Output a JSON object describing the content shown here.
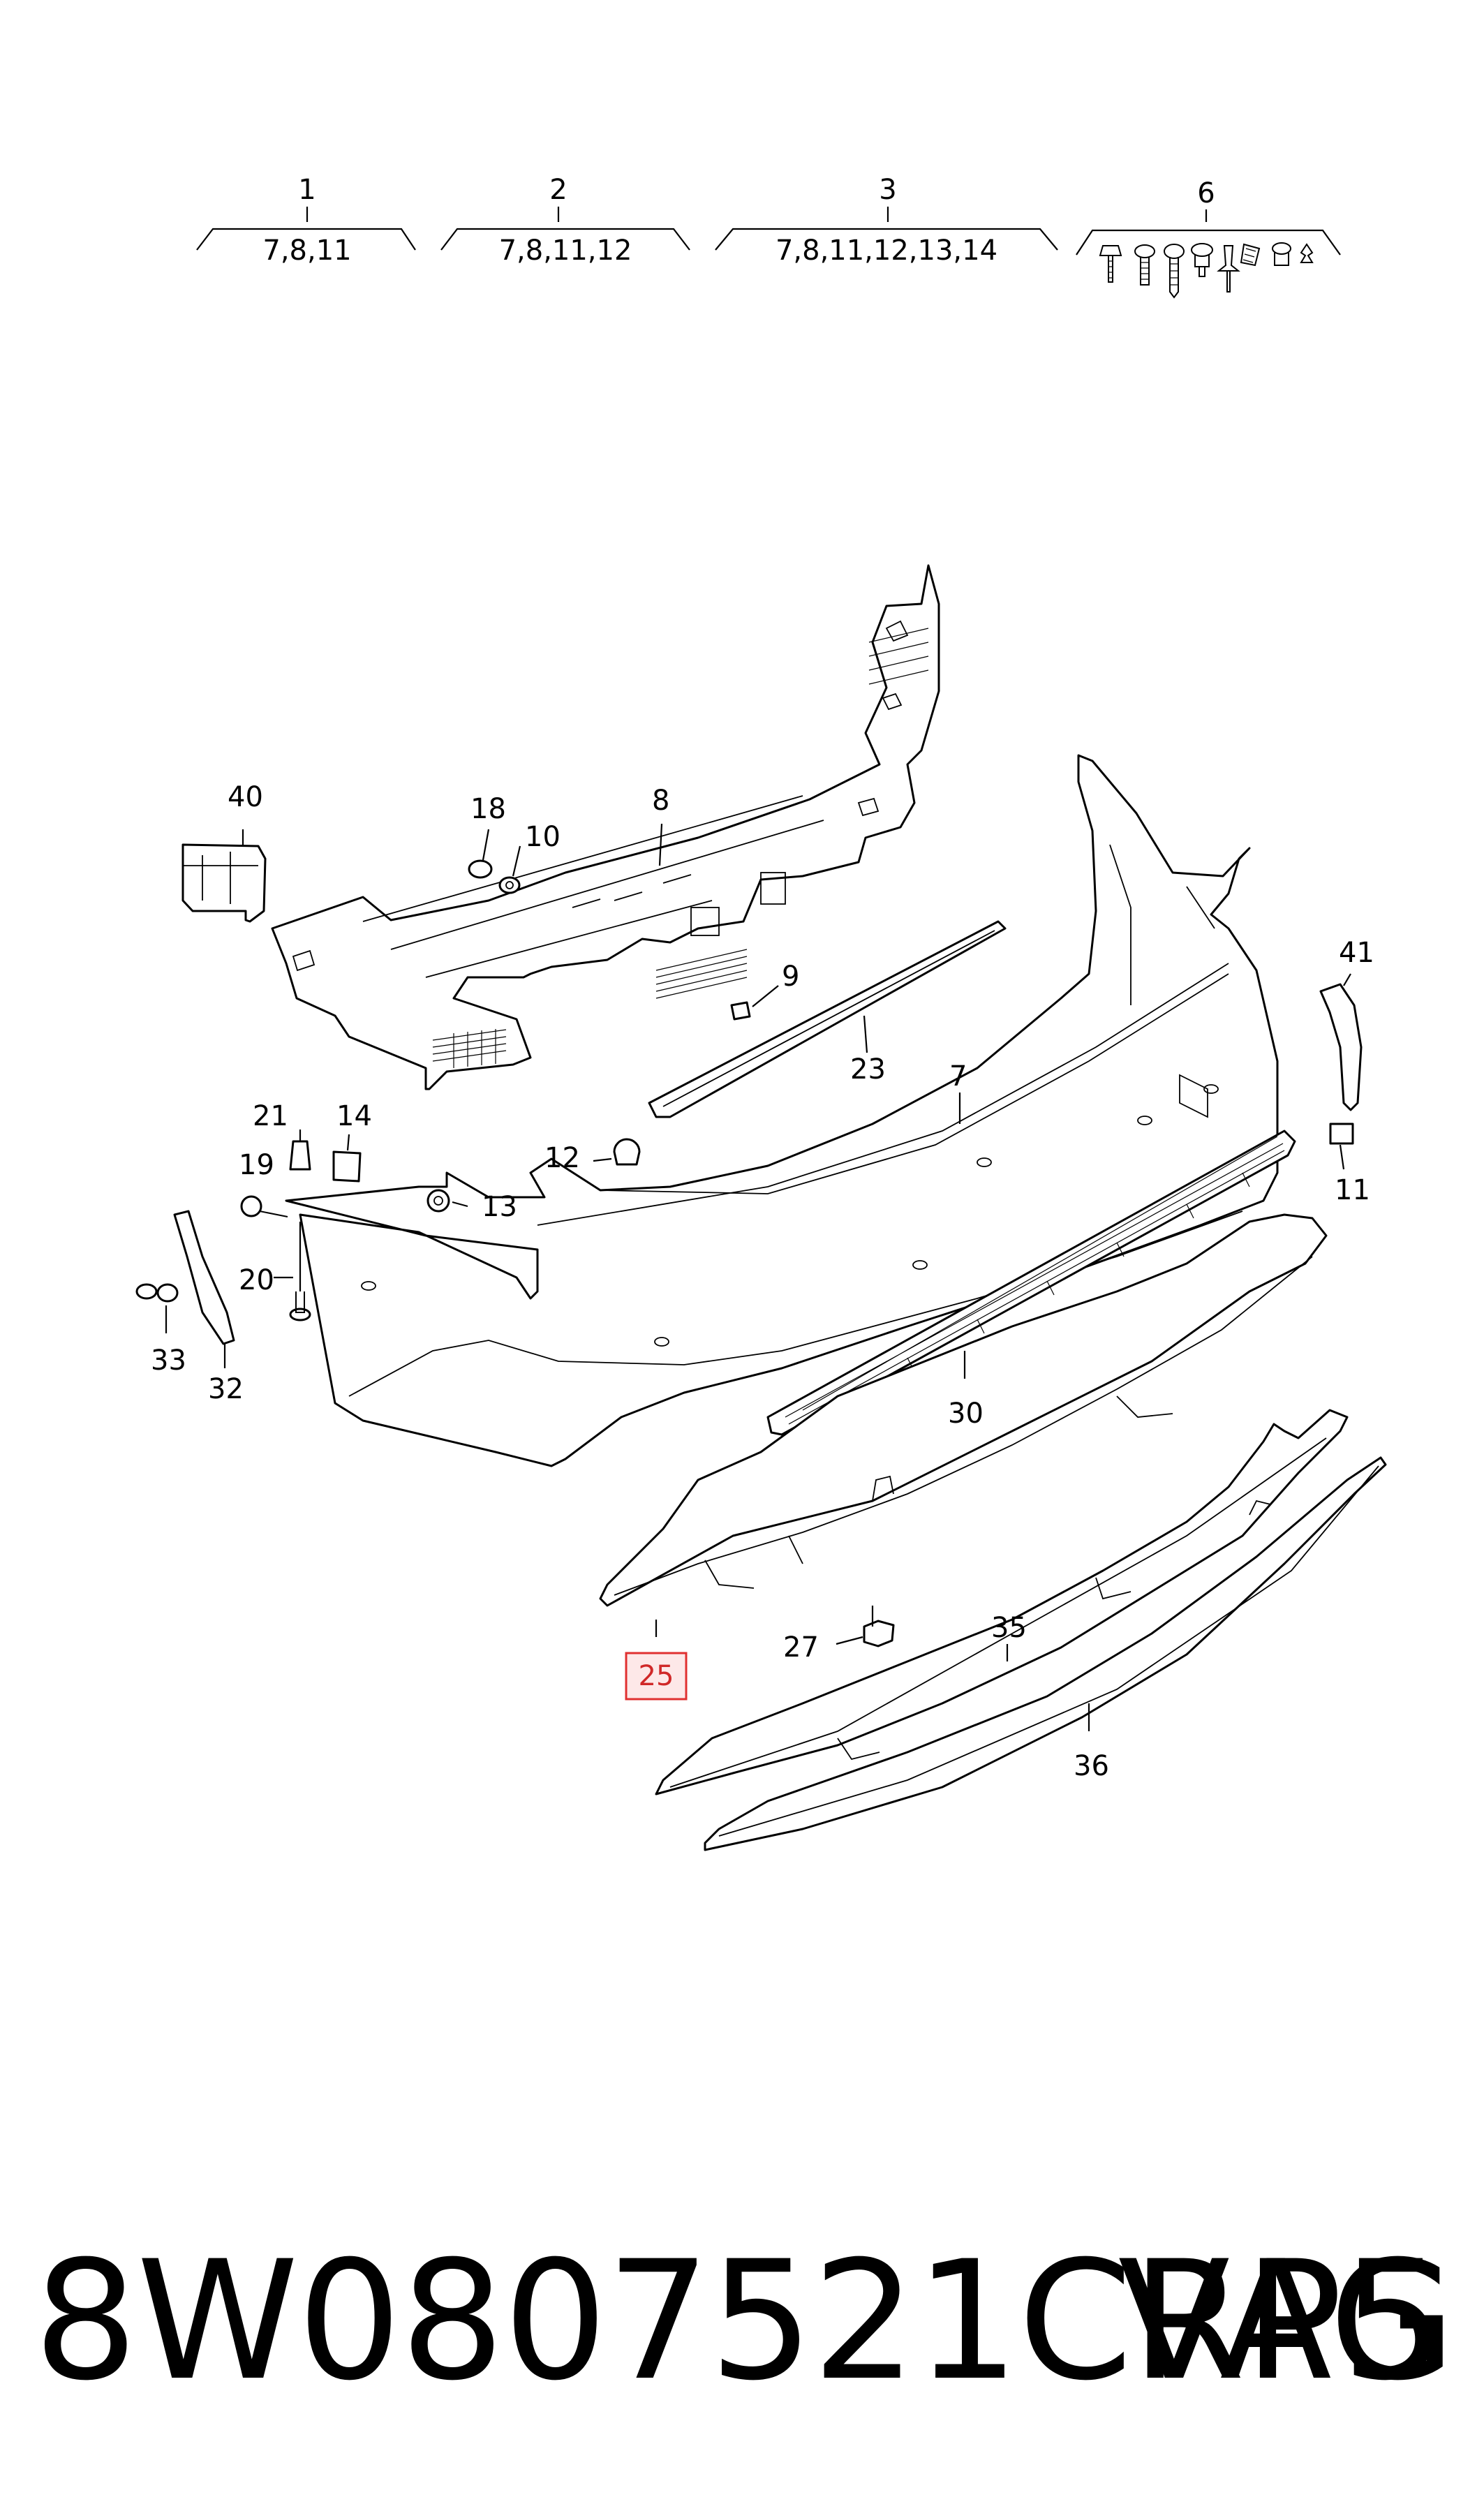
{
  "kits": [
    {
      "number": "1",
      "contents": "7,8,11"
    },
    {
      "number": "2",
      "contents": "7,8,11,12"
    },
    {
      "number": "3",
      "contents": "7,8,11,12,13,14"
    },
    {
      "number": "6",
      "contents": ""
    }
  ],
  "callouts": {
    "c7": "7",
    "c8": "8",
    "c9": "9",
    "c10": "10",
    "c11": "11",
    "c12": "12",
    "c13": "13",
    "c14": "14",
    "c18": "18",
    "c19": "19",
    "c20": "20",
    "c21": "21",
    "c23": "23",
    "c25": "25",
    "c27": "27",
    "c30": "30",
    "c32": "32",
    "c33": "33",
    "c35": "35",
    "c36": "36",
    "c40": "40",
    "c41": "41"
  },
  "highlight": {
    "callout": "25",
    "color": "#e03030",
    "fill": "#fde8e8"
  },
  "footer": {
    "part_number": "8W0807521CRP5",
    "brand": "VAG"
  }
}
